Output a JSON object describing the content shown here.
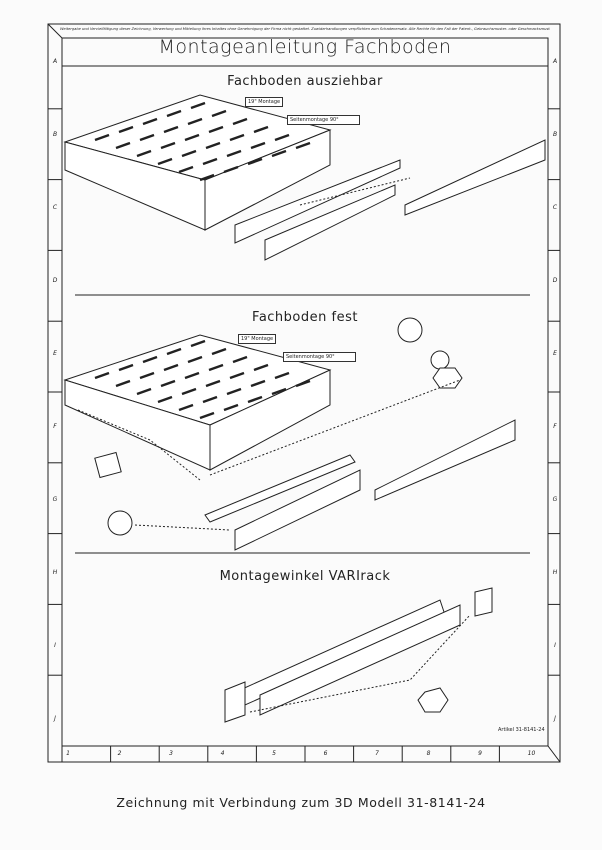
{
  "disclaimer": "Weitergabe und Vervielfältigung dieser Zeichnung, Verwertung und Mitteilung ihres Inhaltes ohne Genehmigung der Firma nicht gestattet. Zuwiderhandlungen verpflichten zum Schadenersatz. Alle Rechte für den Fall der Patent-, Gebrauchsmuster- oder Geschmacksmustereintragung vorbehalten.",
  "title": "Montageanleitung Fachboden",
  "sections": [
    {
      "title": "Fachboden ausziehbar",
      "label_19": "19\" Montage",
      "label_side": "Seitenmontage",
      "angle": "90°"
    },
    {
      "title": "Fachboden fest",
      "label_19": "19\" Montage",
      "label_side": "Seitenmontage",
      "angle": "90°"
    },
    {
      "title": "Montagewinkel VARIrack"
    }
  ],
  "rows": [
    "A",
    "B",
    "C",
    "D",
    "E",
    "F",
    "G",
    "H",
    "I",
    "J"
  ],
  "columns": [
    "1",
    "2",
    "3",
    "4",
    "5",
    "6",
    "7",
    "8",
    "9",
    "10"
  ],
  "article": "Artikel 31-8141-24",
  "footer": "Zeichnung mit Verbindung zum 3D Modell 31-8141-24"
}
